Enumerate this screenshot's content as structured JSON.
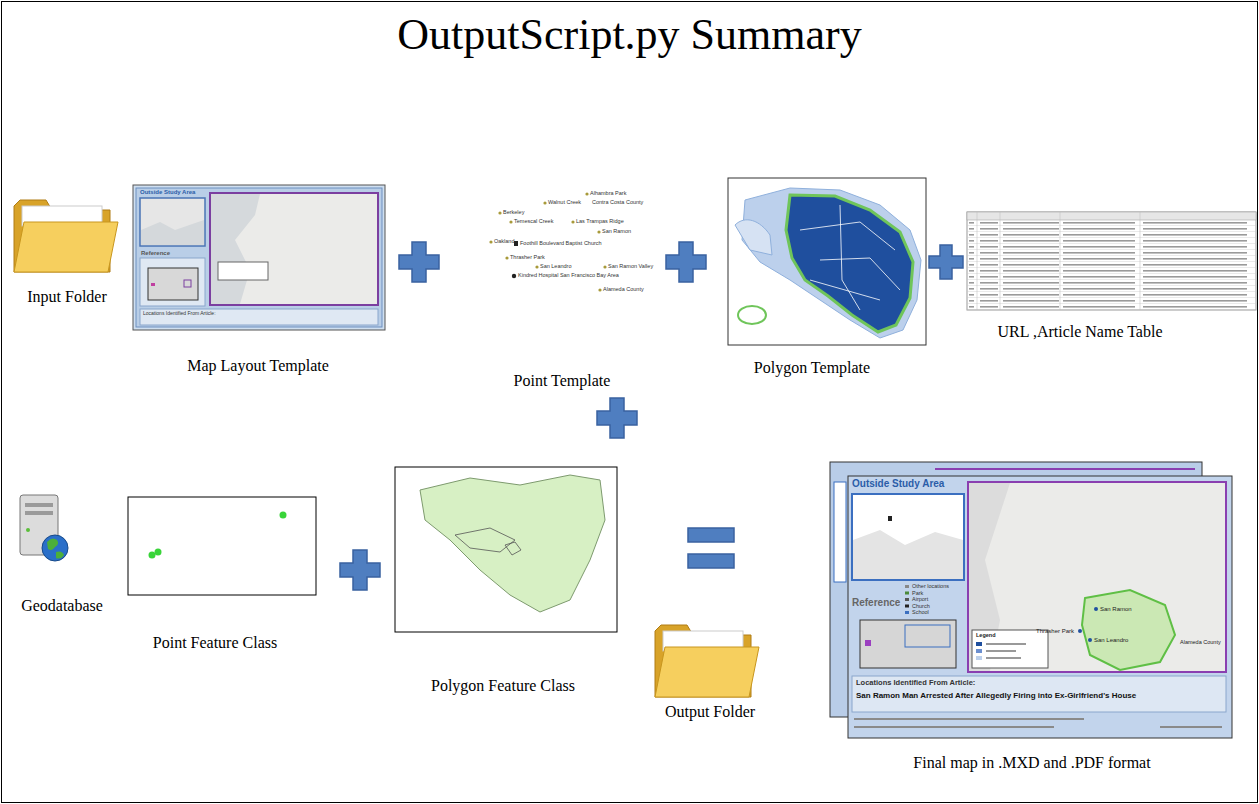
{
  "diagram": {
    "title": "OutputScript.py Summary",
    "nodes": [
      {
        "text": [
          "Input Folder"
        ]
      },
      {
        "text": [
          "Map Layout Template"
        ]
      },
      {
        "text": [
          "Point Template"
        ]
      },
      {
        "text": [
          "Polygon Template"
        ]
      },
      {
        "text": [
          "URL ,Article Name Table"
        ]
      },
      {
        "text": [
          "Geodatabase"
        ]
      },
      {
        "text": [
          "Point Feature Class"
        ]
      },
      {
        "text": [
          "Polygon Feature Class"
        ]
      },
      {
        "text": [
          "Output Folder"
        ]
      },
      {
        "text": [
          "Final map in .MXD and .PDF format"
        ]
      }
    ],
    "labels": [
      "Outside Study Area",
      "Reference",
      "Locations Identified From Article:",
      "Alhambra Park",
      "Walnut Creek",
      "Contra Costa County",
      "Berkeley",
      "Temescal Creek",
      "Las Trampas Ridge",
      "San Ramon",
      "Oakland",
      "Foothill Boulevard Baptist Church",
      "Thrasher Park",
      "San Leandro",
      "San Ramon Valley",
      "Kindred Hospital San Francisco Bay Area",
      "Alameda County",
      "Outside Study Area",
      "Other locations",
      "Park",
      "Airport",
      "Church",
      "School",
      "Reference",
      "San Ramon",
      "Thrasher Park",
      "San Leandro",
      "Alameda County",
      "Legend",
      "Locations Identified From Article:",
      "San Ramon Man Arrested After Allegedly Firing into Ex-Girlfriend's House"
    ]
  }
}
